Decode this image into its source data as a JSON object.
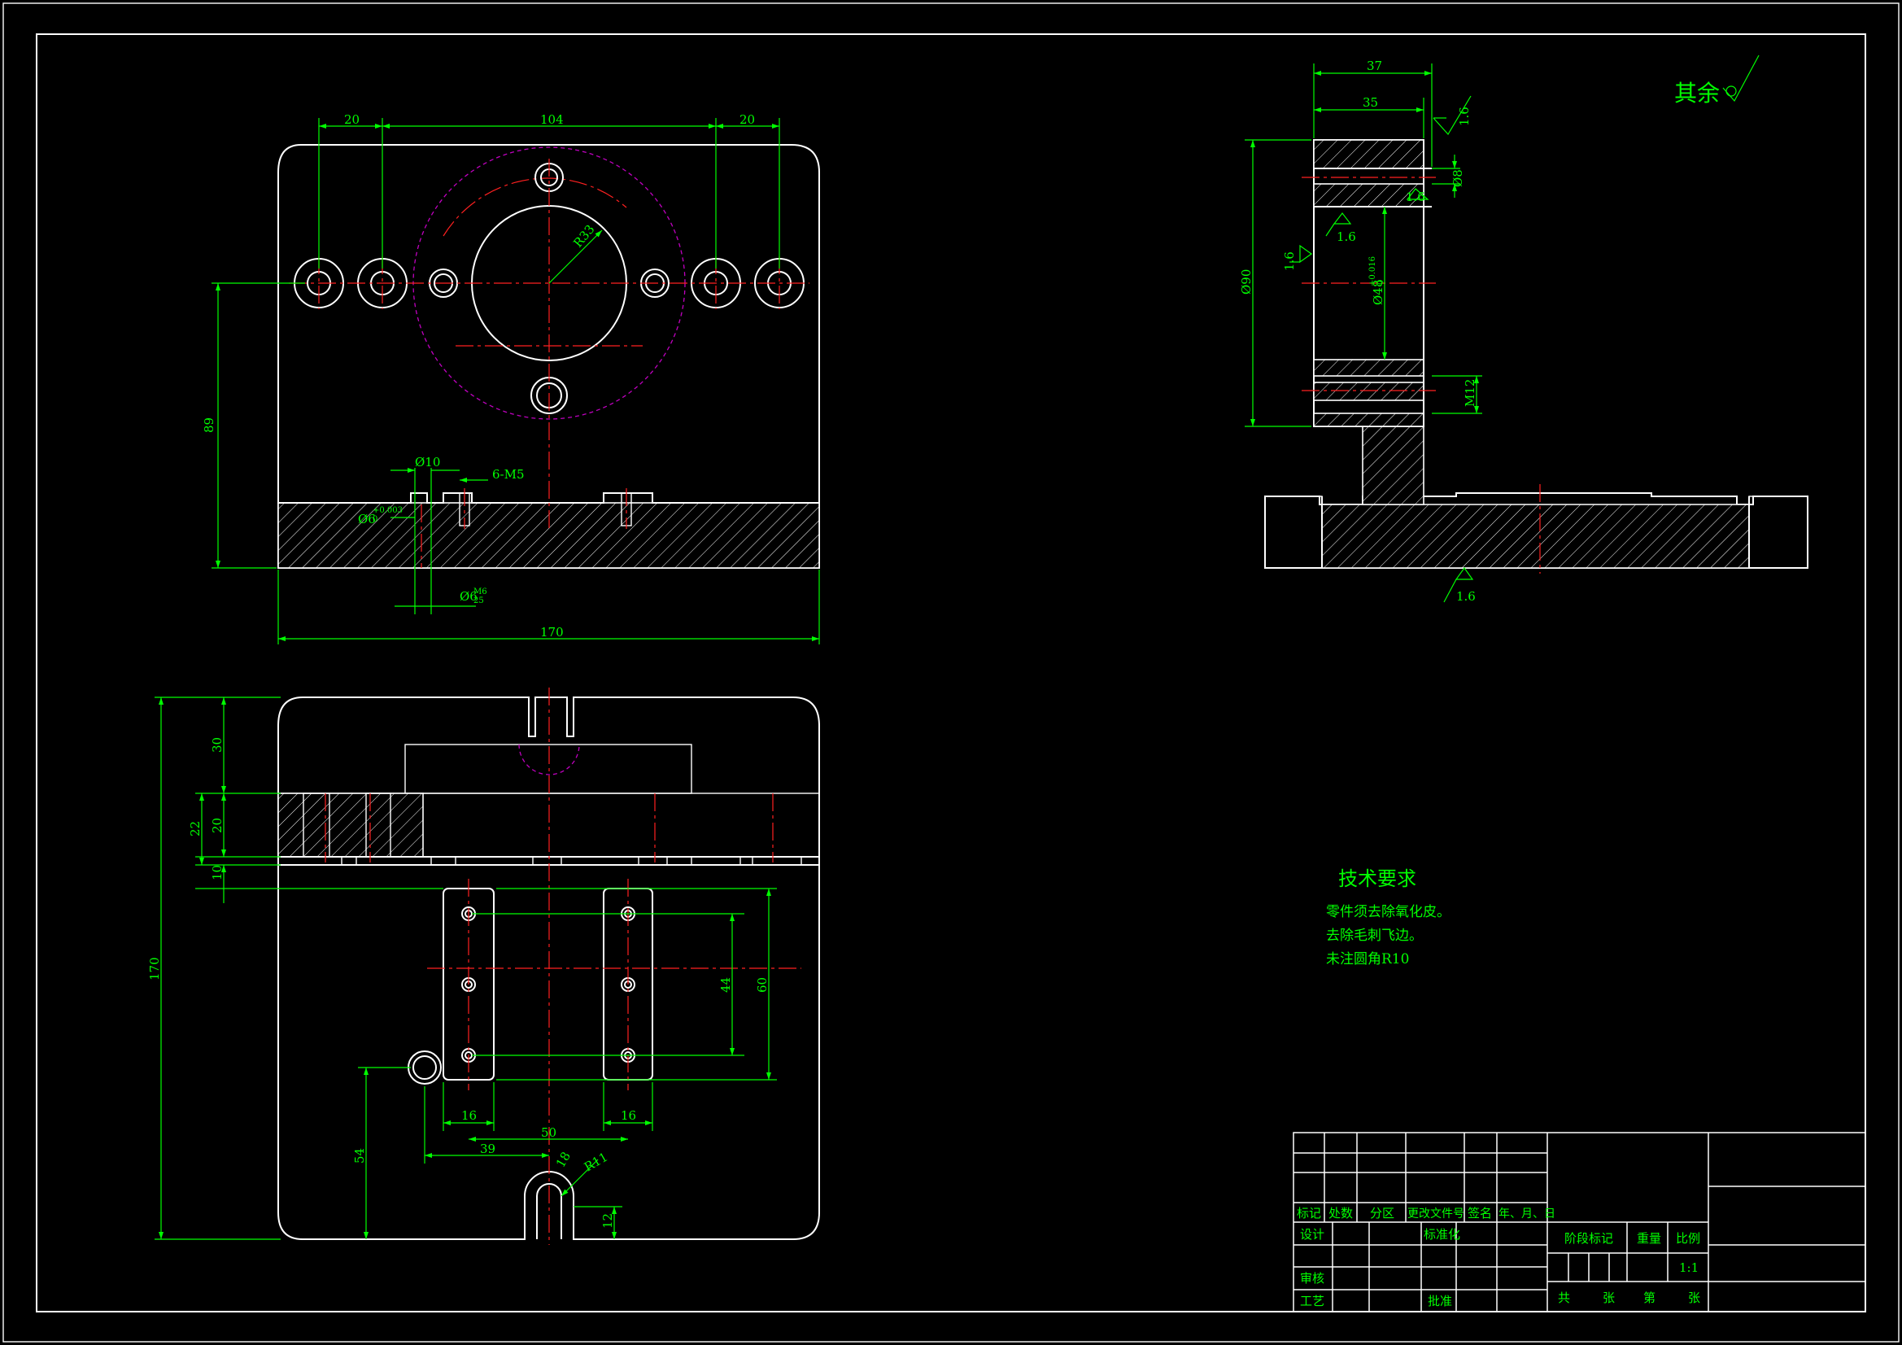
{
  "colors": {
    "background": "#000000",
    "outline": "#ffffff",
    "dimension": "#00ff00",
    "centerline": "#ff2020",
    "phantom": "#c000c0"
  },
  "top_view": {
    "dim_left": "20",
    "dim_center": "104",
    "dim_right": "20",
    "radius": "R33",
    "height": "89",
    "hole_phi10": "Ø10",
    "thread": "6-M5",
    "pin_tol": "Ø6",
    "pin_tol_sup": "+0.003",
    "pin_tol_sub": "0",
    "hole_b": "Ø6",
    "hole_b_sup": "M6",
    "hole_b_sub": "25",
    "width": "170"
  },
  "bottom_view": {
    "dim_30": "30",
    "dim_22": "22",
    "dim_20": "20",
    "dim_10": "10",
    "overall": "170",
    "dim_44": "44",
    "dim_60": "60",
    "dim_16a": "16",
    "dim_16b": "16",
    "dim_39": "39",
    "dim_50": "50",
    "dim_54": "54",
    "r11": "R11",
    "slot": "18",
    "dim_12": "12"
  },
  "side_view": {
    "dim_37": "37",
    "dim_35": "35",
    "phi90": "Ø90",
    "phi48": "Ø48",
    "phi48_tol": "+0.016",
    "phi48_tol_low": "0",
    "phi8": "Ø8",
    "m12": "M12",
    "rough_1": "1.6",
    "rough_2": "1.6",
    "rough_3": "1.6",
    "rough_4": "1.6",
    "rough_5": "1.6"
  },
  "rest_note": "其余",
  "tech": {
    "title": "技术要求",
    "lines": [
      "零件须去除氧化皮。",
      "去除毛刺飞边。",
      "未注圆角R10"
    ]
  },
  "title_block": {
    "row_headers": [
      "标记",
      "处数",
      "分区",
      "更改文件号",
      "签名",
      "年、月、日"
    ],
    "design": "设计",
    "standard": "标准化",
    "review": "审核",
    "process": "工艺",
    "approve": "批准",
    "stage": "阶段标记",
    "weight": "重量",
    "scale": "比例",
    "scale_value": "1:1",
    "sheets_total": "共",
    "sheets_unit": "张",
    "sheet_no": "第",
    "sheet_unit": "张"
  }
}
